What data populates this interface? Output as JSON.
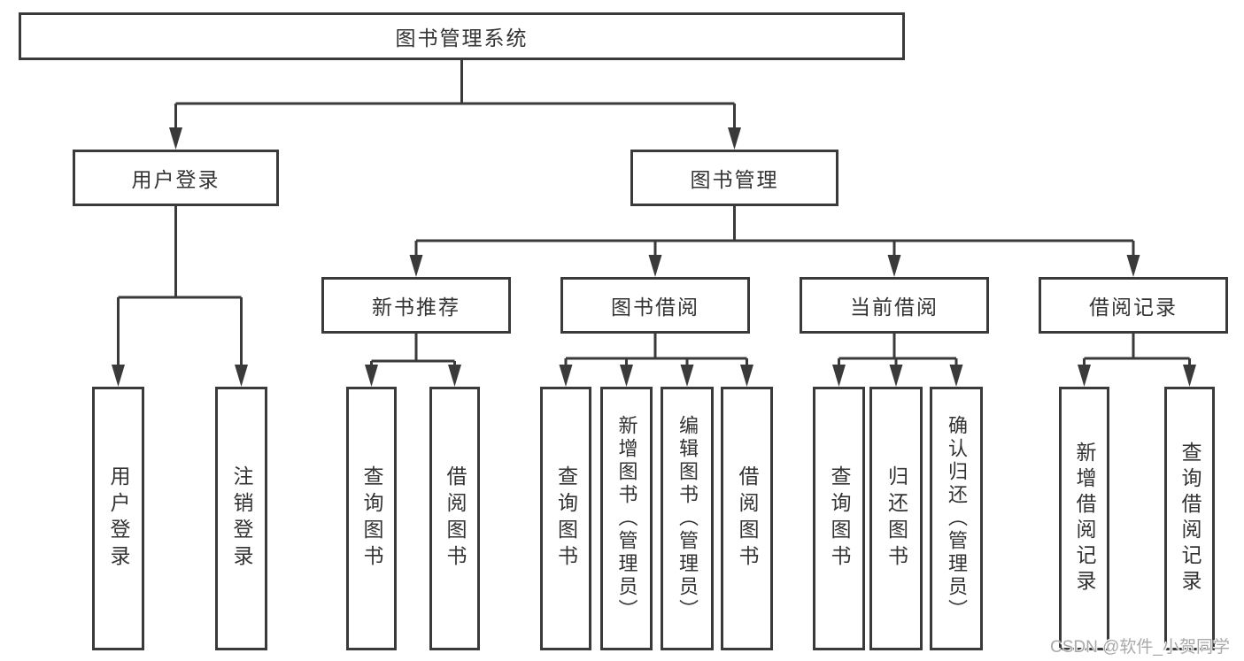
{
  "diagram": {
    "type": "tree",
    "root": {
      "label": "图书管理系统",
      "children": [
        {
          "label": "用户登录",
          "children": [
            {
              "label": "用户登录"
            },
            {
              "label": "注销登录"
            }
          ]
        },
        {
          "label": "图书管理",
          "children": [
            {
              "label": "新书推荐",
              "children": [
                {
                  "label": "查询图书"
                },
                {
                  "label": "借阅图书"
                }
              ]
            },
            {
              "label": "图书借阅",
              "children": [
                {
                  "label": "查询图书"
                },
                {
                  "label": "新增图书（管理员）"
                },
                {
                  "label": "编辑图书（管理员）"
                },
                {
                  "label": "借阅图书"
                }
              ]
            },
            {
              "label": "当前借阅",
              "children": [
                {
                  "label": "查询图书"
                },
                {
                  "label": "归还图书"
                },
                {
                  "label": "确认归还（管理员）"
                }
              ]
            },
            {
              "label": "借阅记录",
              "children": [
                {
                  "label": "新增借阅记录"
                },
                {
                  "label": "查询借阅记录"
                }
              ]
            }
          ]
        }
      ]
    }
  },
  "watermark": {
    "text": "CSDN @软件_小贺同学"
  },
  "colors": {
    "line": "#3a3a3a",
    "box_border": "#3a3a3a",
    "text": "#333333",
    "watermark_text": "#a9a9a9",
    "background": "#ffffff"
  }
}
